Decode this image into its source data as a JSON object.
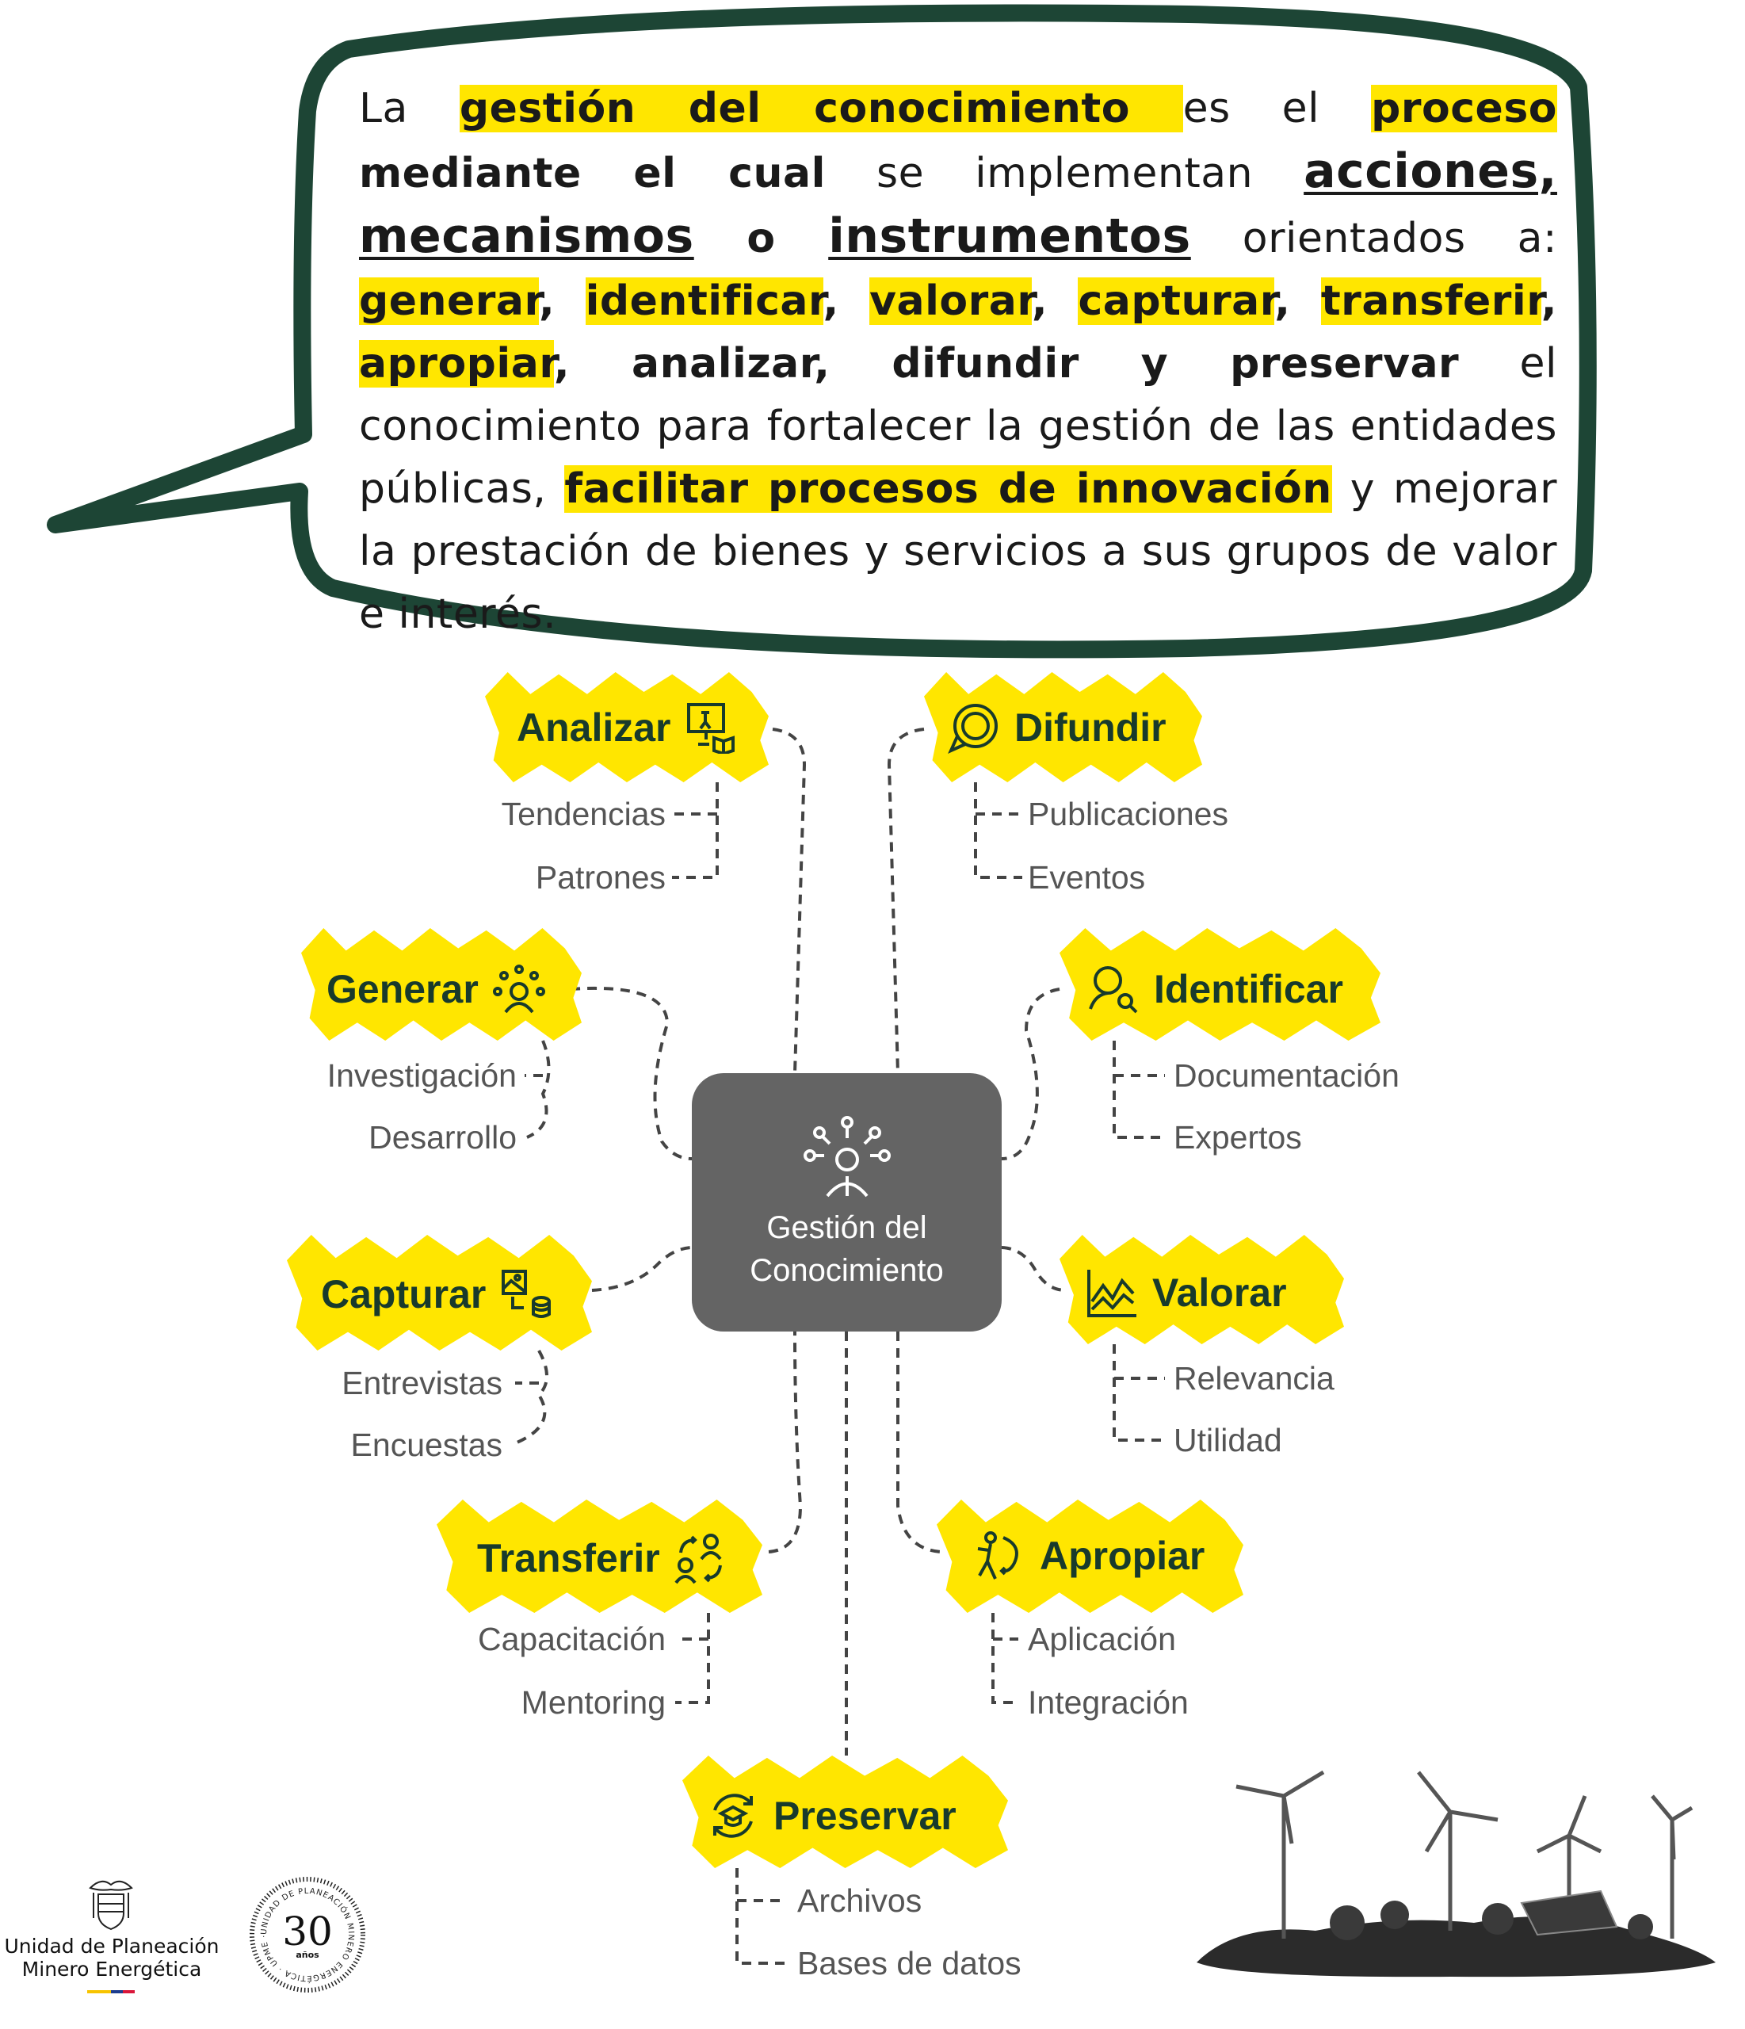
{
  "intro": {
    "segments": [
      {
        "t": "La ",
        "s": "n"
      },
      {
        "t": "gestión del conocimiento ",
        "s": "h"
      },
      {
        "t": "es el ",
        "s": "n"
      },
      {
        "t": "proceso",
        "s": "h"
      },
      {
        "t": " mediante el cual",
        "s": "b"
      },
      {
        "t": " se implementan ",
        "s": "n"
      },
      {
        "t": "acciones,",
        "s": "u"
      },
      {
        "t": " ",
        "s": "n"
      },
      {
        "t": "mecanismos",
        "s": "u"
      },
      {
        "t": " o ",
        "s": "b"
      },
      {
        "t": "instrumentos",
        "s": "u"
      },
      {
        "t": " orientados a: ",
        "s": "n"
      },
      {
        "t": "generar",
        "s": "h"
      },
      {
        "t": ", ",
        "s": "b"
      },
      {
        "t": "identificar",
        "s": "h"
      },
      {
        "t": ", ",
        "s": "b"
      },
      {
        "t": "valorar",
        "s": "h"
      },
      {
        "t": ", ",
        "s": "b"
      },
      {
        "t": "capturar",
        "s": "h"
      },
      {
        "t": ", ",
        "s": "b"
      },
      {
        "t": "transferir",
        "s": "h"
      },
      {
        "t": ", ",
        "s": "b"
      },
      {
        "t": "apropiar",
        "s": "h"
      },
      {
        "t": ", analizar, difundir y preservar",
        "s": "b"
      },
      {
        "t": " el conocimiento para fortalecer la gestión de las entidades públicas, ",
        "s": "n"
      },
      {
        "t": "facilitar procesos de innovación",
        "s": "h"
      },
      {
        "t": " y mejorar la prestación de bienes y servicios a sus grupos de valor e interés.",
        "s": "n"
      }
    ]
  },
  "center": {
    "line1": "Gestión del",
    "line2": "Conocimiento",
    "icon": "person-network-icon"
  },
  "nodes": {
    "analizar": {
      "label": "Analizar",
      "icon": "presentation-book-icon",
      "subs": [
        "Tendencias",
        "Patrones"
      ]
    },
    "difundir": {
      "label": "Difundir",
      "icon": "speech-bubble-icon",
      "subs": [
        "Publicaciones",
        "Eventos"
      ]
    },
    "generar": {
      "label": "Generar",
      "icon": "idea-person-icon",
      "subs": [
        "Investigación",
        "Desarrollo"
      ]
    },
    "identificar": {
      "label": "Identificar",
      "icon": "people-search-icon",
      "subs": [
        "Documentación",
        "Expertos"
      ]
    },
    "capturar": {
      "label": "Capturar",
      "icon": "image-database-icon",
      "subs": [
        "Entrevistas",
        "Encuestas"
      ]
    },
    "valorar": {
      "label": "Valorar",
      "icon": "line-chart-icon",
      "subs": [
        "Relevancia",
        "Utilidad"
      ]
    },
    "transferir": {
      "label": "Transferir",
      "icon": "user-transfer-icon",
      "subs": [
        "Capacitación",
        "Mentoring"
      ]
    },
    "apropiar": {
      "label": "Apropiar",
      "icon": "person-arrow-icon",
      "subs": [
        "Aplicación",
        "Integración"
      ]
    },
    "preservar": {
      "label": "Preservar",
      "icon": "graduation-refresh-icon",
      "subs": [
        "Archivos",
        "Bases de datos"
      ]
    }
  },
  "footer": {
    "org_line1": "Unidad de Planeación",
    "org_line2": "Minero Energética",
    "seal_number": "30",
    "seal_sub": "años",
    "seal_ring": "UNIDAD DE PLANEACIÓN MINERO ENERGÉTICA · UPME ·"
  },
  "colors": {
    "highlight": "#ffe600",
    "bubble_border": "#1d4535",
    "node_text": "#183a2c",
    "center_box": "#646464"
  }
}
